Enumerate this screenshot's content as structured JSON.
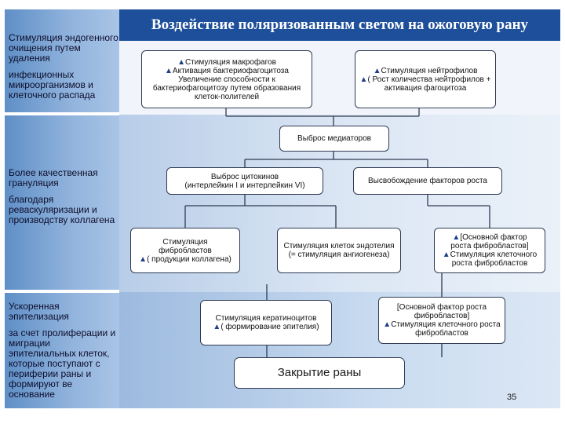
{
  "title": "Воздействие поляризованным светом на ожоговую рану",
  "left_column": {
    "section1": [
      "Стимуляция эндогенного очищения путем удаления",
      "инфекционных микроорганизмов и клеточного распада"
    ],
    "section2": [
      "Более качественная грануляция",
      "благодаря реваскуляризации и производству коллагена"
    ],
    "section3": [
      "Ускоренная эпителизация",
      "за счет пролиферации и миграции эпителиальных клеток, которые поступают с периферии раны и формируют ве основание"
    ]
  },
  "boxes": {
    "macrophages": [
      "Стимуляция макрофагов",
      "Активация бактериофагоцитоза",
      "Увеличение способности к",
      "бактериофагоцитозу путем образования",
      "клеток-полителей"
    ],
    "neutrophils": [
      "Стимуляция нейтрофилов",
      "( Рост количества нейтрофилов +",
      "активация фагоцитоза"
    ],
    "mediators": [
      "Выброс медиаторов"
    ],
    "cytokines": [
      "Выброс цитокинов",
      "(интерлейкин I и интерлейкин VI)"
    ],
    "growth_factors": [
      "Высвобождение факторов роста"
    ],
    "fibroblasts": [
      "Стимуляция",
      "фибробластов",
      "( продукции коллагена)"
    ],
    "endothelium": [
      "Стимуляция клеток эндотелия",
      "(= стимуляция ангиогенеза)"
    ],
    "fibro_growth": [
      "[Основной фактор",
      "роста фибробластов]",
      "Стимуляция клеточного",
      "роста фибробластов"
    ],
    "keratinocytes": [
      "Стимуляция кератиноцитов",
      "( формирование эпителия)"
    ],
    "fibro_growth2": [
      "[Основной фактор роста",
      "фибробластов]",
      "Стимуляция клеточного роста",
      "фибробластов"
    ]
  },
  "closure": "Закрытие раны",
  "page_number": "35",
  "arrow_glyph": "▲",
  "colors": {
    "title_bg": "#1d4f9a",
    "left_column": "#5f8fc6",
    "border": "#2f3b52"
  }
}
